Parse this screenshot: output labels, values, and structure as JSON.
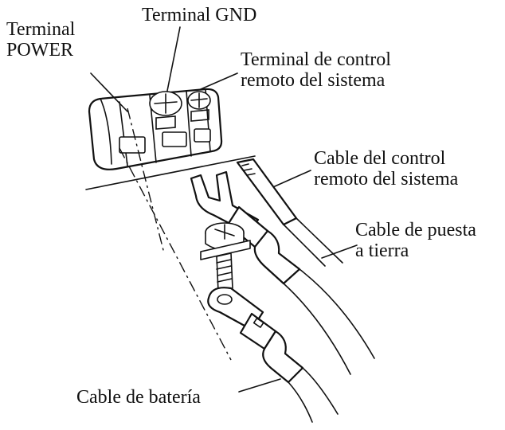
{
  "labels": {
    "terminal_power": [
      "Terminal",
      "POWER"
    ],
    "terminal_gnd": "Terminal GND",
    "terminal_remote": [
      "Terminal de control",
      "remoto del sistema"
    ],
    "cable_remote": [
      "Cable del control",
      "remoto del sistema"
    ],
    "cable_ground": [
      "Cable de puesta",
      "a tierra"
    ],
    "cable_battery": "Cable de batería"
  }
}
